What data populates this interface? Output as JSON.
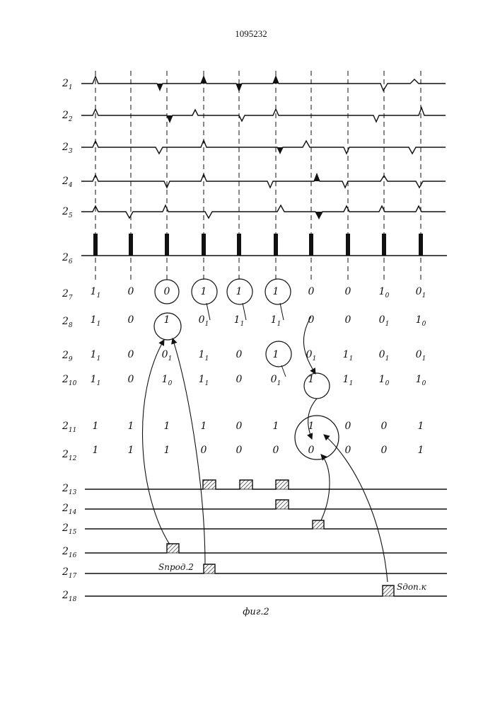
{
  "header": {
    "patent_number": "1095232"
  },
  "caption": "фиг.2",
  "annotations": {
    "s_prod": "Sпрод.2",
    "s_dop": "Sдоп.к"
  },
  "labels": [
    {
      "main": "2",
      "sub": "1"
    },
    {
      "main": "2",
      "sub": "2"
    },
    {
      "main": "2",
      "sub": "3"
    },
    {
      "main": "2",
      "sub": "4"
    },
    {
      "main": "2",
      "sub": "5"
    },
    {
      "main": "2",
      "sub": "6"
    },
    {
      "main": "2",
      "sub": "7"
    },
    {
      "main": "2",
      "sub": "8"
    },
    {
      "main": "2",
      "sub": "9"
    },
    {
      "main": "2",
      "sub": "10"
    },
    {
      "main": "2",
      "sub": "11"
    },
    {
      "main": "2",
      "sub": "12"
    },
    {
      "main": "2",
      "sub": "13"
    },
    {
      "main": "2",
      "sub": "14"
    },
    {
      "main": "2",
      "sub": "15"
    },
    {
      "main": "2",
      "sub": "16"
    },
    {
      "main": "2",
      "sub": "17"
    },
    {
      "main": "2",
      "sub": "18"
    }
  ],
  "table": {
    "r7": [
      [
        "1",
        "1"
      ],
      [
        "0",
        ""
      ],
      [
        "0",
        ""
      ],
      [
        "1",
        ""
      ],
      [
        "1",
        ""
      ],
      [
        "1",
        ""
      ],
      [
        "0",
        ""
      ],
      [
        "0",
        ""
      ],
      [
        "1",
        "0"
      ],
      [
        "0",
        "1"
      ]
    ],
    "r8": [
      [
        "1",
        "1"
      ],
      [
        "0",
        ""
      ],
      [
        "1",
        ""
      ],
      [
        "0",
        "1"
      ],
      [
        "1",
        "1"
      ],
      [
        "1",
        "1"
      ],
      [
        "0",
        ""
      ],
      [
        "0",
        ""
      ],
      [
        "0",
        "1"
      ],
      [
        "1",
        "0"
      ]
    ],
    "r9": [
      [
        "1",
        "1"
      ],
      [
        "0",
        ""
      ],
      [
        "0",
        "1"
      ],
      [
        "1",
        "1"
      ],
      [
        "0",
        ""
      ],
      [
        "1",
        ""
      ],
      [
        "0",
        "1"
      ],
      [
        "1",
        "1"
      ],
      [
        "0",
        "1"
      ],
      [
        "0",
        "1"
      ]
    ],
    "r10": [
      [
        "1",
        "1"
      ],
      [
        "0",
        ""
      ],
      [
        "1",
        "0"
      ],
      [
        "1",
        "1"
      ],
      [
        "0",
        ""
      ],
      [
        "0",
        "1"
      ],
      [
        "1",
        ""
      ],
      [
        "1",
        "1"
      ],
      [
        "1",
        "0"
      ],
      [
        "1",
        "0"
      ]
    ],
    "r11": [
      [
        "1",
        ""
      ],
      [
        "1",
        ""
      ],
      [
        "1",
        ""
      ],
      [
        "1",
        ""
      ],
      [
        "0",
        ""
      ],
      [
        "1",
        ""
      ],
      [
        "1",
        ""
      ],
      [
        "0",
        ""
      ],
      [
        "0",
        ""
      ],
      [
        "1",
        ""
      ]
    ],
    "r12": [
      [
        "1",
        ""
      ],
      [
        "1",
        ""
      ],
      [
        "1",
        ""
      ],
      [
        "0",
        ""
      ],
      [
        "0",
        ""
      ],
      [
        "0",
        ""
      ],
      [
        "0",
        ""
      ],
      [
        "0",
        ""
      ],
      [
        "0",
        ""
      ],
      [
        "1",
        ""
      ]
    ]
  }
}
